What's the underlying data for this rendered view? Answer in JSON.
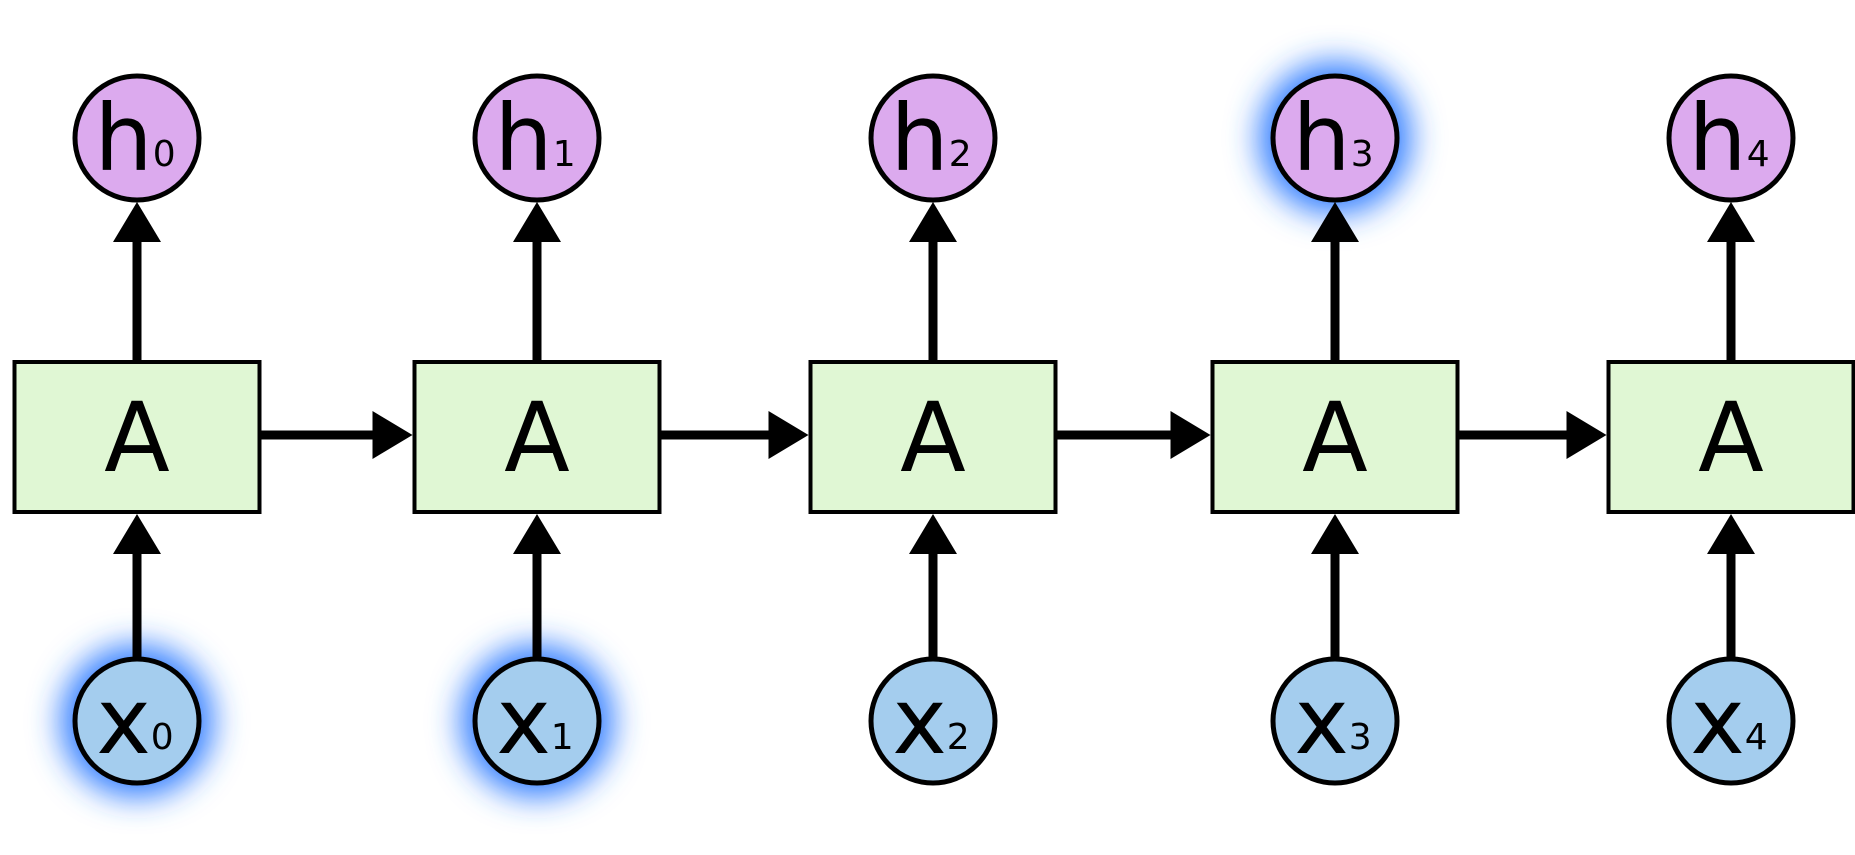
{
  "colors": {
    "cell_fill": "#e0f7d4",
    "output_fill": "#dcaaee",
    "input_fill": "#a4cdee",
    "stroke": "#000000",
    "highlight_glow": "#2f7bff"
  },
  "steps": [
    {
      "cell_label": "A",
      "output": {
        "main": "h",
        "sub": "0",
        "highlighted": false
      },
      "input": {
        "main": "x",
        "sub": "0",
        "highlighted": true
      }
    },
    {
      "cell_label": "A",
      "output": {
        "main": "h",
        "sub": "1",
        "highlighted": false
      },
      "input": {
        "main": "x",
        "sub": "1",
        "highlighted": true
      }
    },
    {
      "cell_label": "A",
      "output": {
        "main": "h",
        "sub": "2",
        "highlighted": false
      },
      "input": {
        "main": "x",
        "sub": "2",
        "highlighted": false
      }
    },
    {
      "cell_label": "A",
      "output": {
        "main": "h",
        "sub": "3",
        "highlighted": true
      },
      "input": {
        "main": "x",
        "sub": "3",
        "highlighted": false
      }
    },
    {
      "cell_label": "A",
      "output": {
        "main": "h",
        "sub": "4",
        "highlighted": false
      },
      "input": {
        "main": "x",
        "sub": "4",
        "highlighted": false
      }
    }
  ]
}
